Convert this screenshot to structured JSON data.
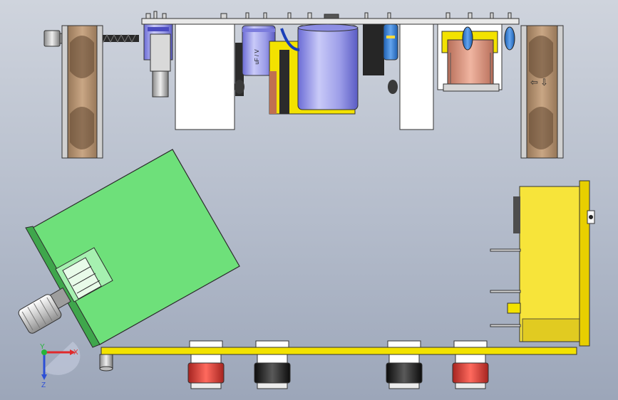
{
  "viewport": {
    "background_top": "#cfd4dd",
    "background_bottom": "#9ca6b9"
  },
  "colors": {
    "pcb_green": "#6ee07a",
    "pcb_yellow": "#f3e200",
    "capacitor_blue": "#a7a8ee",
    "fan_tan": "#b89674",
    "transformer_yellow": "#f7e43a",
    "jack_red": "#e2413a",
    "jack_black": "#1f1f1f",
    "axis_x": "#e0292b",
    "axis_y": "#27b43a",
    "axis_z": "#2c4fd6"
  },
  "triad": {
    "x_label": "X",
    "y_label": "Y",
    "z_label": "Z"
  },
  "capacitor": {
    "marking": "uF / V"
  },
  "fan_right": {
    "arrow_glyph": "⇦",
    "arrow_glyph2": "⇩"
  },
  "icons": {
    "axis_triad": "axis-triad-icon"
  }
}
